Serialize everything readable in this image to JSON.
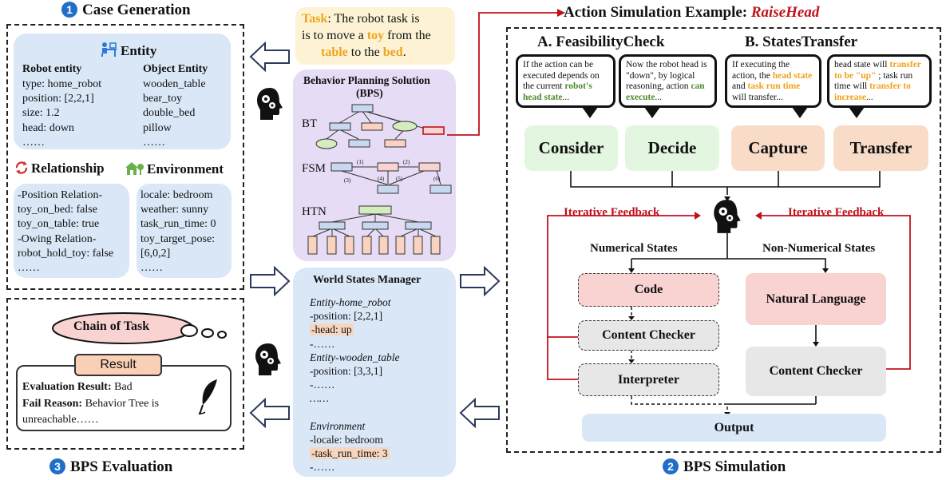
{
  "case_generation": {
    "badge": "1",
    "title": "Case Generation",
    "entity_title": "Entity",
    "robot_entity": {
      "title": "Robot entity",
      "lines": [
        "type: home_robot",
        "position: [2,2,1]",
        "size: 1.2",
        "head: down",
        "……"
      ]
    },
    "object_entity": {
      "title": "Object Entity",
      "lines": [
        "wooden_table",
        "bear_toy",
        "double_bed",
        "pillow",
        "……"
      ]
    },
    "relationship_title": "Relationship",
    "environment_title": "Environment",
    "relationship_lines": [
      "-Position Relation-",
      "toy_on_bed: false",
      "toy_on_table: true",
      "-Owing Relation-",
      "robot_hold_toy: false",
      "……"
    ],
    "environment_lines": [
      "locale: bedroom",
      "weather: sunny",
      "task_run_time: 0",
      "toy_target_pose:",
      "[6,0,2]",
      "……"
    ]
  },
  "task": {
    "label": "Task",
    "t1": ": The robot task is",
    "t2": "is to move a ",
    "w_toy": "toy",
    "t3": " from the",
    "w_table": "table",
    "t4": " to the ",
    "w_bed": "bed",
    "t5": "."
  },
  "bps": {
    "title_line1": "Behavior Planning Solution",
    "title_line2": "(BPS)",
    "bt": "BT",
    "fsm": "FSM",
    "htn": "HTN",
    "fsm_edges": [
      "(1)",
      "(2)",
      "(3)",
      "(4)",
      "(5)",
      "(6)"
    ]
  },
  "world_states": {
    "title": "World States Manager",
    "lines": [
      {
        "text": "Entity-home_robot",
        "style": "italic"
      },
      {
        "text": "-position: [2,2,1]",
        "style": "normal"
      },
      {
        "text": "-head: up",
        "style": "hl"
      },
      {
        "text": "-……",
        "style": "normal"
      },
      {
        "text": "Entity-wooden_table",
        "style": "italic"
      },
      {
        "text": "-position: [3,3,1]",
        "style": "normal"
      },
      {
        "text": "-……",
        "style": "normal"
      },
      {
        "text": "……",
        "style": "italic"
      },
      {
        "text": "",
        "style": "normal"
      },
      {
        "text": "Environment",
        "style": "italic"
      },
      {
        "text": "-locale: bedroom",
        "style": "normal"
      },
      {
        "text": "-task_run_time: 3",
        "style": "hl"
      },
      {
        "text": "-……",
        "style": "normal"
      }
    ]
  },
  "bps_evaluation": {
    "badge": "3",
    "title": "BPS Evaluation",
    "cloud": "Chain of Task",
    "result_tab": "Result",
    "eval_label": "Evaluation Result:",
    "eval_value": " Bad",
    "fail_label": "Fail Reason:",
    "fail_value": " Behavior Tree is",
    "fail_value2": "unreachable……"
  },
  "bps_simulation": {
    "badge": "2",
    "title": "BPS Simulation",
    "example_prefix": "Action Simulation Example: ",
    "example_action": "RaiseHead",
    "section_a": "A. FeasibilityCheck",
    "section_b": "B. StatesTransfer",
    "bubble1": {
      "t1": "If the action can be executed depends on the current ",
      "hl": "robot's head state",
      "t2": "..."
    },
    "bubble2": {
      "t1": "Now the robot head is \"down\", by logical reasoning, action ",
      "hl": "can execute",
      "t2": "..."
    },
    "bubble3": {
      "t1": "If executing the action, the ",
      "hl1": "head state",
      "t2": " and ",
      "hl2": "task run time",
      "t3": " will transfer..."
    },
    "bubble4": {
      "t1": "head state will ",
      "hl1": "transfer to be \"up\"",
      "t2": " ; task run time will ",
      "hl2": "transfer to increase",
      "t3": "..."
    },
    "steps": [
      "Consider",
      "Decide",
      "Capture",
      "Transfer"
    ],
    "feedback_left": "Iterative Feedback",
    "feedback_right": "Iterative Feedback",
    "numerical": "Numerical States",
    "non_numerical": "Non-Numerical States",
    "code": "Code",
    "content_checker_left": "Content Checker",
    "interpreter": "Interpreter",
    "natural_language": "Natural Language",
    "content_checker_right": "Content Checker",
    "output": "Output"
  },
  "colors": {
    "light_blue": "#d9e7f7",
    "lavender": "#e6dcf5",
    "light_yellow": "#fdf3d4",
    "light_green": "#e3f6df",
    "peach": "#f9dcc8",
    "pink": "#f9d2d2",
    "gray": "#e7e7e7",
    "red": "#c0121c",
    "badge_blue": "#1f6fc9"
  }
}
